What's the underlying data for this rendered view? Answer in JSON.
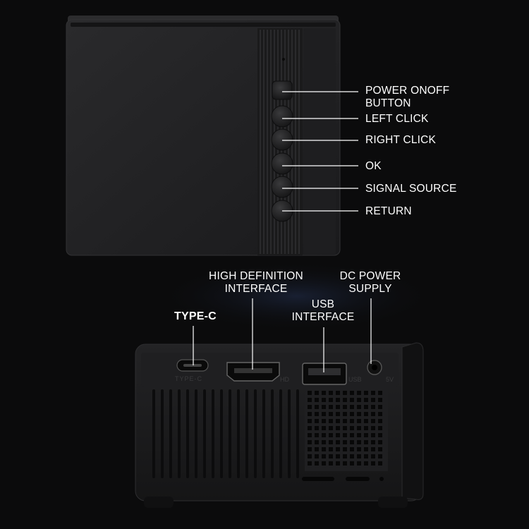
{
  "top_view": {
    "callouts": [
      {
        "id": "power",
        "line1": "POWER ONOFF",
        "line2": "BUTTON"
      },
      {
        "id": "left",
        "line1": "LEFT CLICK"
      },
      {
        "id": "right",
        "line1": "RIGHT CLICK"
      },
      {
        "id": "ok",
        "line1": "OK"
      },
      {
        "id": "source",
        "line1": "SIGNAL SOURCE"
      },
      {
        "id": "return",
        "line1": "RETURN"
      }
    ]
  },
  "rear_view": {
    "callouts": [
      {
        "id": "typec",
        "line1": "TYPE-C"
      },
      {
        "id": "hdmi",
        "line1": "HIGH DEFINITION",
        "line2": "INTERFACE"
      },
      {
        "id": "usb",
        "line1": "USB",
        "line2": "INTERFACE"
      },
      {
        "id": "dc",
        "line1": "DC POWER",
        "line2": "SUPPLY"
      }
    ],
    "engraved": {
      "typec": "TYPE-C",
      "hdmi": "HD",
      "usb": "USB",
      "dc": "5V"
    }
  },
  "colors": {
    "background": "#0b0b0c",
    "device_body": "#1c1c1e",
    "label_text": "#ffffff",
    "leader_line": "#ffffff"
  }
}
